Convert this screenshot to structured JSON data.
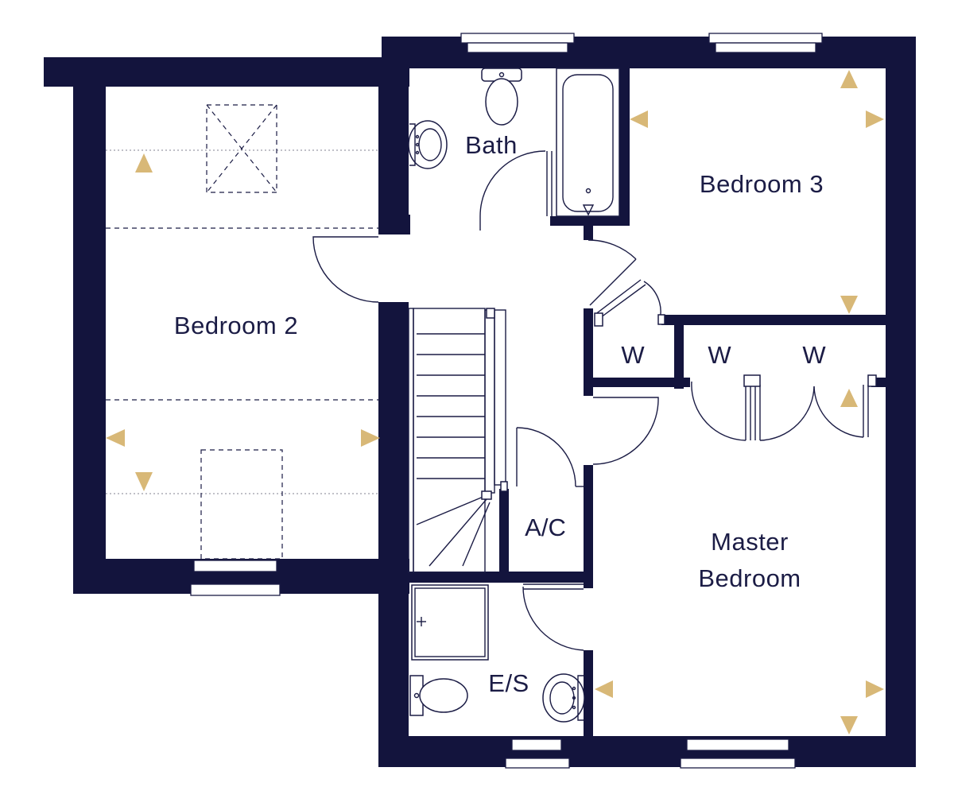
{
  "rooms": {
    "bedroom2": "Bedroom 2",
    "bath": "Bath",
    "bedroom3": "Bedroom 3",
    "wardrobe_small": "W",
    "wardrobe_left": "W",
    "wardrobe_right": "W",
    "airing_cupboard": "A/C",
    "master_line1": "Master",
    "master_line2": "Bedroom",
    "ensuite": "E/S"
  },
  "colors": {
    "wall": "#13143d",
    "dimension_arrow": "#d8b877",
    "line": "#1b1c45"
  },
  "icons": {
    "dimension_arrow": "triangle-arrow-icon",
    "skylight": "skylight-cross-icon"
  }
}
